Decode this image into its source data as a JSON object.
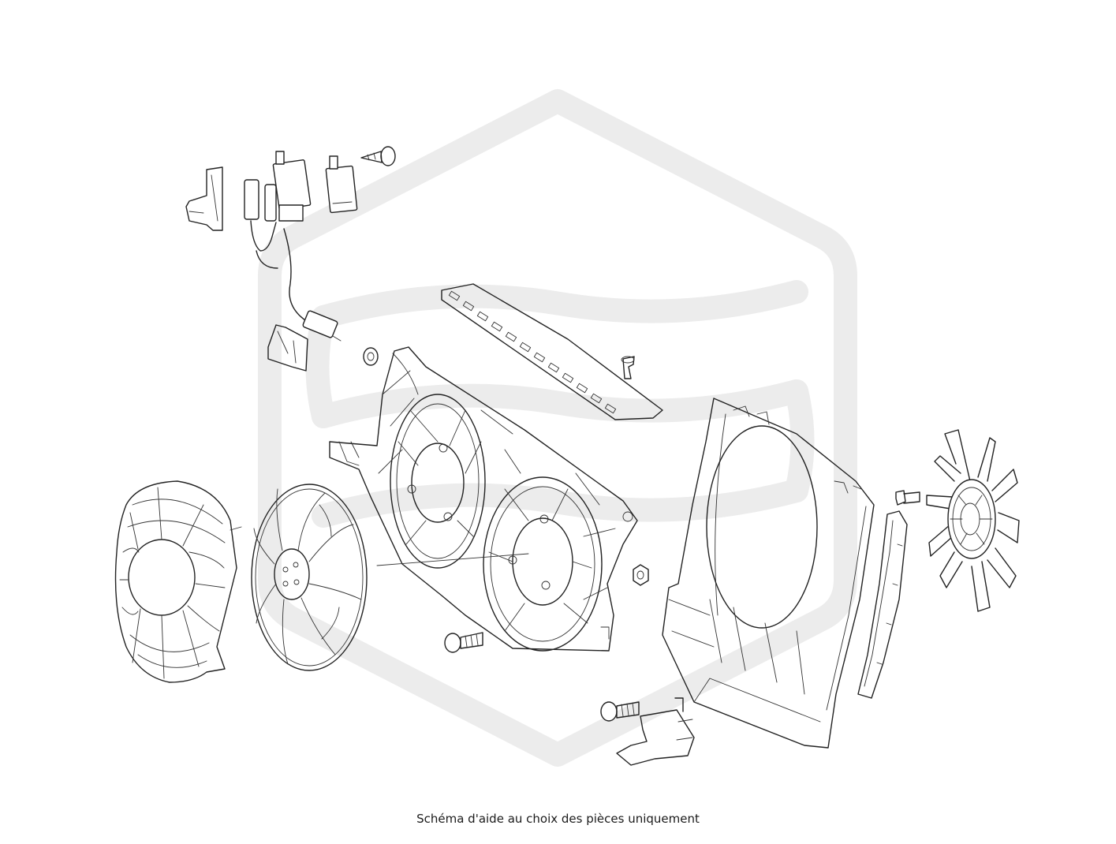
{
  "caption": "Schéma d'aide au choix des pièces uniquement",
  "parts": [
    "fan-shroud-guard",
    "electric-fan-blade",
    "dual-fan-housing",
    "top-slotted-cover",
    "fan-wiring-harness",
    "relay",
    "harness-mounting-bracket",
    "connector-bracket",
    "self-tapping-screw",
    "grommet",
    "push-clip",
    "mounting-bolt",
    "bolt-with-washer",
    "nut",
    "lower-mounting-bracket",
    "radiator-fan-shroud",
    "side-seal-strip",
    "hex-bolt",
    "viscous-fan-with-clutch"
  ],
  "colors": {
    "line": "#222222",
    "watermark": "#ececec",
    "background": "#ffffff"
  }
}
